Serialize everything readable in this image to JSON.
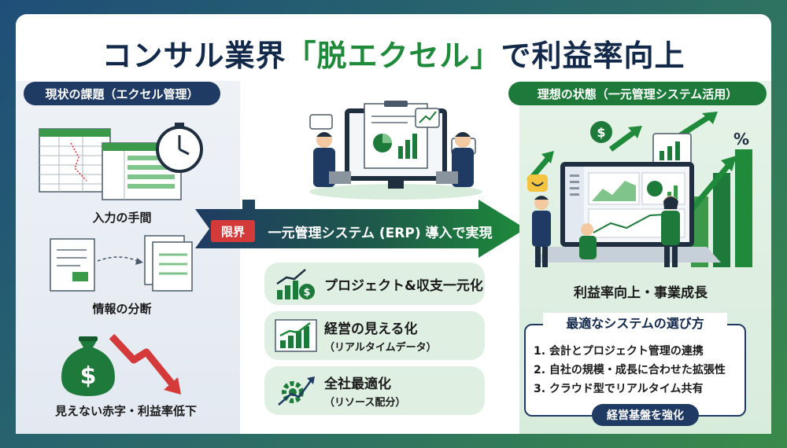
{
  "title": {
    "before": "コンサル業界",
    "highlight": "「脱エクセル」",
    "after": "で利益率向上"
  },
  "left": {
    "header": "現状の課題（エクセル管理）",
    "items": [
      {
        "label": "入力の手間",
        "icon": "spreadsheet-stopwatch-icon"
      },
      {
        "label": "情報の分断",
        "icon": "scattered-documents-icon"
      },
      {
        "label": "見えない赤字・利益率低下",
        "icon": "money-bag-down-arrow-icon"
      }
    ]
  },
  "center": {
    "limit_label": "限界",
    "banner_text": "一元管理システム (ERP) 導入で実現",
    "features": [
      {
        "main": "プロジェクト&収支一元化",
        "sub": "",
        "icon": "bar-chart-dollar-icon"
      },
      {
        "main": "経営の見える化",
        "sub": "（リアルタイムデータ）",
        "icon": "growth-chart-icon"
      },
      {
        "main": "全社最適化",
        "sub": "（リソース配分）",
        "icon": "gear-arrow-icon"
      }
    ]
  },
  "right": {
    "header": "理想の状態（一元管理システム活用）",
    "caption": "利益率向上・事業成長",
    "selection": {
      "title": "最適なシステムの選び方",
      "items": [
        "1. 会計とプロジェクト管理の連携",
        "2. 自社の規模・成長に合わせた拡張性",
        "3. クラウド型でリアルタイム共有"
      ],
      "footer": "経営基盤を強化"
    }
  },
  "colors": {
    "navy": "#1f3b63",
    "green": "#1e7a3a",
    "red": "#d43a3a",
    "highlight_green": "#1e8a3a"
  }
}
